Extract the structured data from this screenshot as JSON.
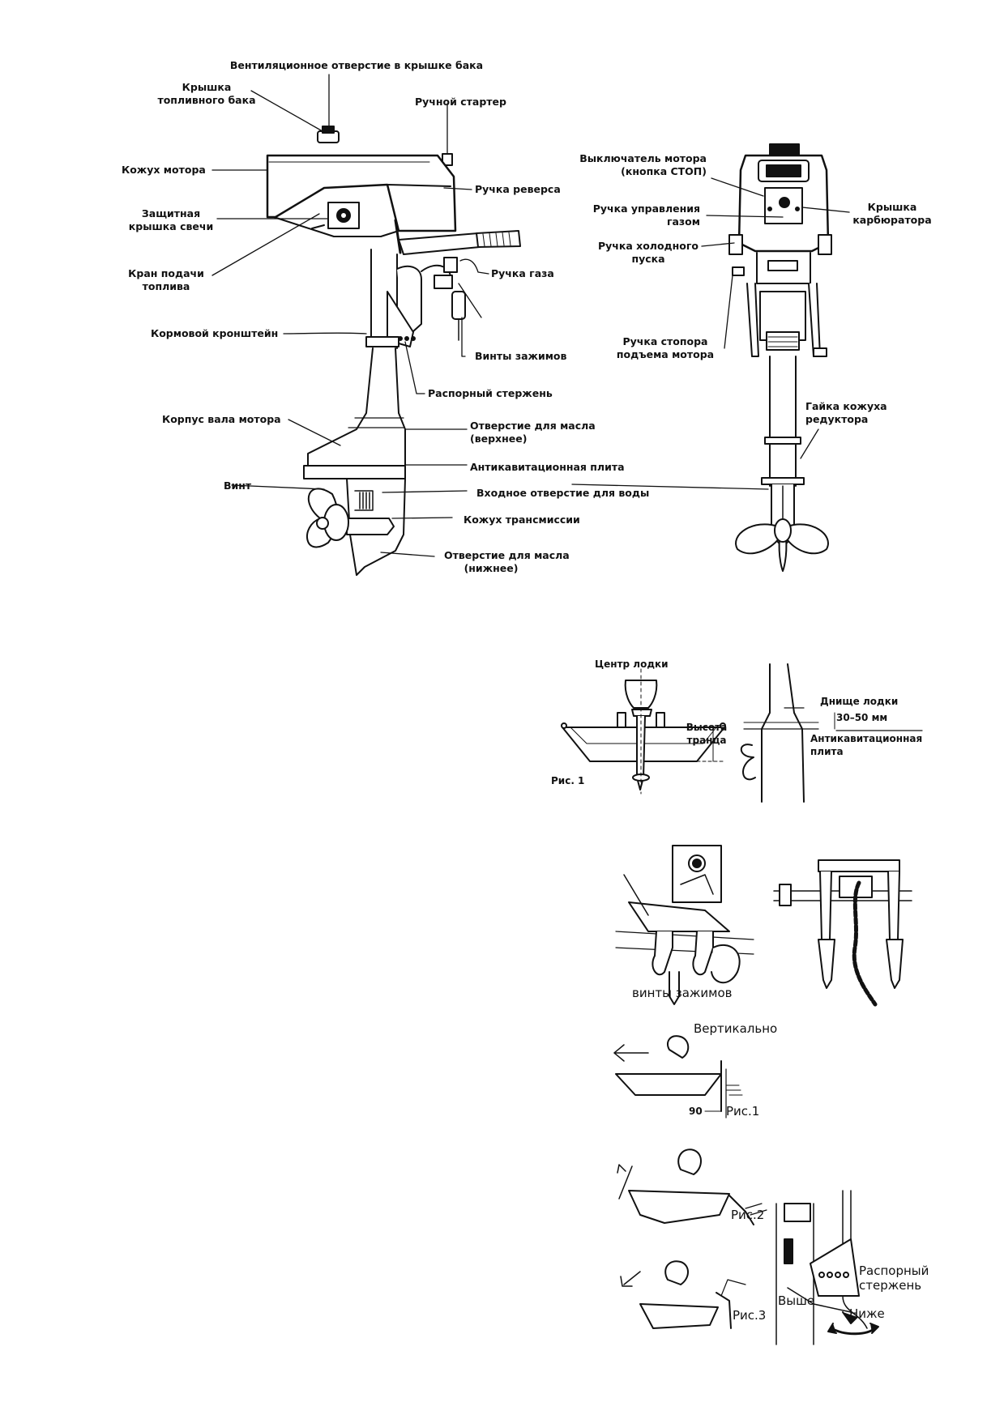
{
  "main_diagram": {
    "labels": {
      "tank_vent": "Вентиляционное отверстие в крышке бака",
      "fuel_cap": [
        "Крышка",
        "топливного бака"
      ],
      "manual_starter": "Ручной стартер",
      "engine_cover": "Кожух мотора",
      "reverse_handle": "Ручка реверса",
      "plug_cover": [
        "Защитная",
        "крышка свечи"
      ],
      "fuel_valve": [
        "Кран подачи",
        "топлива"
      ],
      "throttle_grip": "Ручка газа",
      "stern_bracket": "Кормовой кронштейн",
      "clamp_screws": "Винты зажимов",
      "thrust_rod": "Распорный стержень",
      "shaft_housing": "Корпус вала мотора",
      "oil_upper": [
        "Отверстие для масла",
        "(верхнее)"
      ],
      "anticavitation_plate": "Антикавитационная плита",
      "propeller": "Винт",
      "water_intake": "Входное отверстие для воды",
      "gear_case": "Кожух трансмиссии",
      "oil_lower": [
        "Отверстие для масла",
        "(нижнее)"
      ]
    }
  },
  "front_diagram": {
    "labels": {
      "stop_switch": [
        "Выключатель мотора",
        "(кнопка СТОП)"
      ],
      "throttle_control": [
        "Ручка управления",
        "газом"
      ],
      "carb_cover": [
        "Крышка",
        "карбюратора"
      ],
      "choke": [
        "Ручка холодного",
        "пуска"
      ],
      "tilt_lock": [
        "Ручка стопора",
        "подъема мотора"
      ],
      "gear_nut": [
        "Гайка кожуха",
        "редуктора"
      ]
    }
  },
  "fig1": {
    "boat_center": "Центр лодки",
    "transom_height": [
      "Высота",
      "транца"
    ],
    "caption": "Рис. 1",
    "boat_bottom": "Днище лодки",
    "depth": "30–50 мм",
    "plate": [
      "Антикавитационная",
      "плита"
    ]
  },
  "clamp_fig": {
    "caption": "винты зажимов"
  },
  "tilt_figs": {
    "vertical": "Вертикально",
    "angle": "90",
    "fig1": "Рис.1",
    "fig2": "Рис.2",
    "fig3": "Рис.3",
    "thrust_rod": [
      "Распорный",
      "стержень"
    ],
    "higher": "Выше",
    "lower": "Ниже"
  }
}
